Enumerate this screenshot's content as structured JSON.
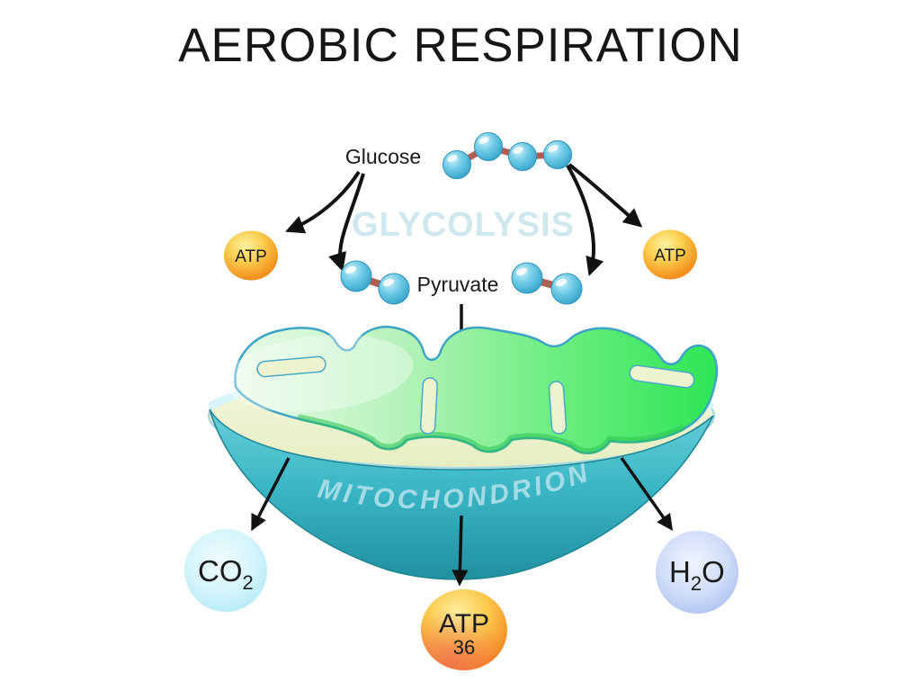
{
  "title": "AEROBIC RESPIRATION",
  "stage": {
    "glucose_label": "Glucose",
    "glycolysis_label": "GLYCOLYSIS",
    "pyruvate_label": "Pyruvate",
    "mitochondrion_label": "MITOCHONDRION"
  },
  "badges": {
    "atp_left": "ATP",
    "atp_right": "ATP",
    "atp_bottom": "ATP",
    "atp_bottom_count": "36"
  },
  "products": {
    "co2": {
      "base": "CO",
      "sub": "2"
    },
    "h2o": {
      "pre": "H",
      "sub": "2",
      "post": "O"
    }
  },
  "molecules": {
    "glucose_spheres": 4,
    "pyruvate_molecules": 2,
    "spheres_per_pyruvate": 2
  },
  "colors": {
    "background": "#ffffff",
    "title_text": "#161616",
    "label_text": "#1a1a1a",
    "glycolysis_text": "#cfe8ee",
    "mitochondrion_text": "#a5dbe5",
    "arrow": "#111111",
    "molecule_blue": "#45b8dc",
    "molecule_link": "#b05e52",
    "atp_orange": "#f58220",
    "atp_yellow": "#fde47f",
    "co2_fill": "#bfeef8",
    "h2o_fill": "#b9c9f2",
    "cristae_green": "#45e065",
    "cristae_pale": "#d9f7dc",
    "bowl_teal": "#3cb8c6",
    "bowl_dark": "#1d8594",
    "matrix_cream": "#eef2d0"
  }
}
